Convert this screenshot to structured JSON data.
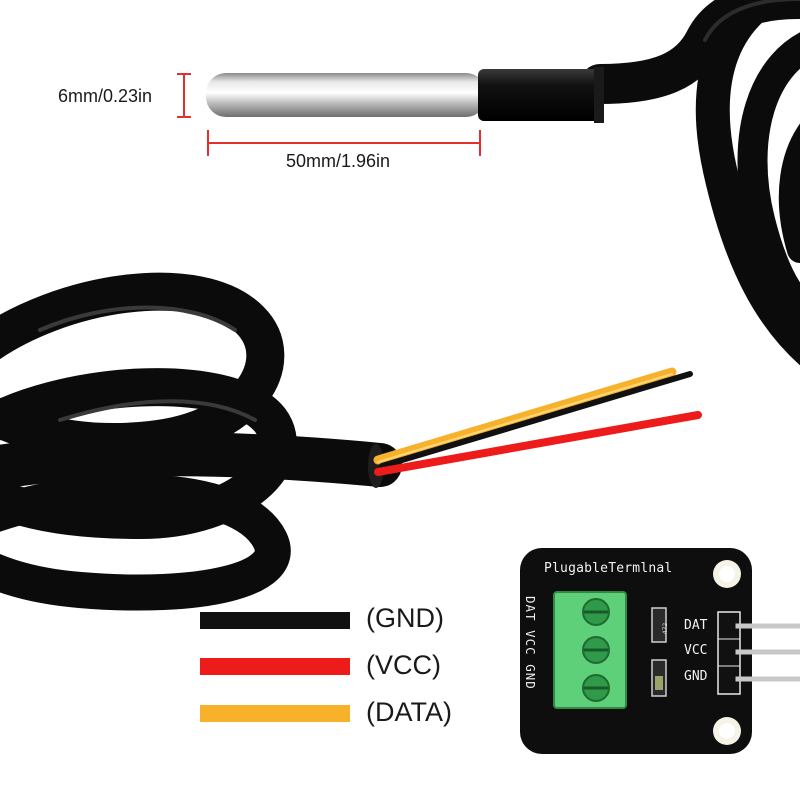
{
  "dimensions": {
    "diameter": "6mm/0.23in",
    "length": "50mm/1.96in"
  },
  "legend": [
    {
      "label": "(GND)",
      "color": "#111111"
    },
    {
      "label": "(VCC)",
      "color": "#ee1b1b"
    },
    {
      "label": "(DATA)",
      "color": "#f7b12b"
    }
  ],
  "board": {
    "title": "PlugableTermlnal",
    "side_label": "DAT VCC GND",
    "pins": [
      "DAT",
      "VCC",
      "GND"
    ],
    "resistor_code": "472"
  },
  "colors": {
    "cable": "#0b0b0b",
    "dimension_line": "#e03030",
    "probe_steel": "#c8c8c8",
    "board": "#0e0e0e",
    "terminal_block": "#5fd07a",
    "wire_yellow": "#f7b12b",
    "wire_red": "#ee1b1b",
    "wire_black": "#111111"
  }
}
